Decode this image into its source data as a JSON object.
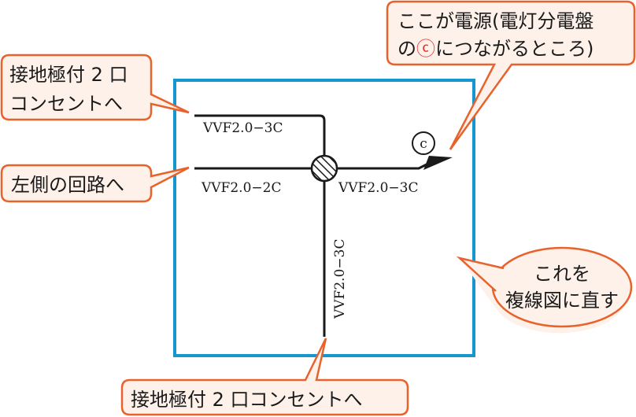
{
  "colors": {
    "callout_border": "#e8622c",
    "callout_fill": "#fdf1ea",
    "frame_border": "#1596cf",
    "wire": "#1a1a1a",
    "circle_c_red": "#e8302a"
  },
  "callouts": {
    "power_source": {
      "line1": "ここが電源(電灯分電盤",
      "line2_prefix": "の",
      "line2_symbol": "ⓒ",
      "line2_suffix": "につながるところ)"
    },
    "outlet_top": {
      "line1": "接地極付 2 口",
      "line2": "コンセントへ"
    },
    "left_circuit": {
      "line1": "左側の回路へ"
    },
    "convert": {
      "line1": "これを",
      "line2": "複線図に直す"
    },
    "outlet_bottom": {
      "line1": "接地極付 2 口コンセントへ"
    }
  },
  "diagram": {
    "wires": {
      "top": "VVF2.0−3C",
      "left": "VVF2.0−2C",
      "right": "VVF2.0−3C",
      "bottom": "VVF2.0−3C"
    },
    "source_symbol": "c",
    "junction_box": "joint-box"
  }
}
